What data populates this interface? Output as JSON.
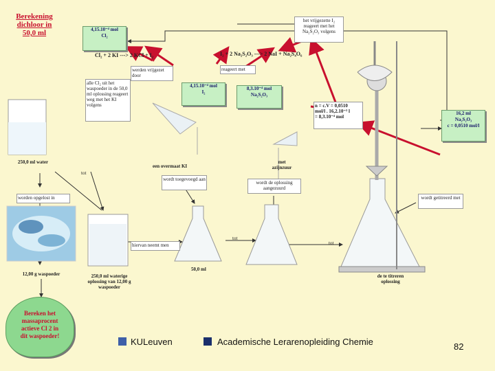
{
  "title": {
    "line1": "Berekening",
    "line2": "dichloor in",
    "line3": "50,0 ml"
  },
  "boxes": {
    "cl2_mol": {
      "l1": "4,15.10⁻⁴ mol",
      "l2": "Cl₂"
    },
    "i2_mol": {
      "l1": "4,15.10⁻⁴ mol",
      "l2": "I₂"
    },
    "na2s2o3_mol": {
      "l1": "8,3.10⁻⁴ mol",
      "l2": "Na₂S₂O₃"
    },
    "titrant": {
      "l1": "16,2 ml",
      "l2": "Na₂S₂O₃",
      "l3": "c = 0,0510 mol/l"
    },
    "assignment": {
      "l1": "Bereken het",
      "l2": "massaprocent",
      "l3": "actieve Cl 2 in",
      "l4": "dit waspoeder!"
    }
  },
  "reactions": {
    "r1": "Cl₂ + 2 KI ---> 2 KCl + I₂",
    "r2": "I₂ + 2 Na₂S₂O₃ ---> 2 NaI + Na₂S₄O₆"
  },
  "notes": {
    "werden_vrijgezet": "werden vrijgezet door",
    "reageert_met": "reageert met",
    "alle_cl2": "alle Cl₂ uit het waspoeder in de 50,0 ml oplossing reageert weg met het KI volgens",
    "het_vrijgezette": "het vrijgezette I₂ reageert met het Na₂S₂O₃ volgens",
    "calc1": "n = c.V = 0,0510",
    "calc2": "mol/l . 16,2.10⁻³ l",
    "calc3": "= 8,3.10⁻⁴ mol"
  },
  "labels": {
    "water_250": "250,0 ml water",
    "tot": "tot",
    "worden_opgelost": "worden opgelost in",
    "waspoeder": "12,00 g waspoeder",
    "oplossing": "250,0 ml waterige oplossing van 12,00 g waspoeder",
    "hiervan": "hiervan neemt men",
    "ml50": "50,0 ml",
    "overmaat_ki": "een overmaat KI",
    "wordt_toegevoegd": "wordt toegevoegd aan",
    "met_azijnzuur": "met azijnzuur",
    "wordt_oplossing": "wordt de oplossing aangezuurd",
    "wordt_getitreerd": "wordt getitreerd met",
    "te_titreren": "de te titreren oplossing"
  },
  "footer": {
    "org": "KULeuven",
    "dept": "Academische Lerarenopleiding Chemie",
    "page": "82"
  }
}
